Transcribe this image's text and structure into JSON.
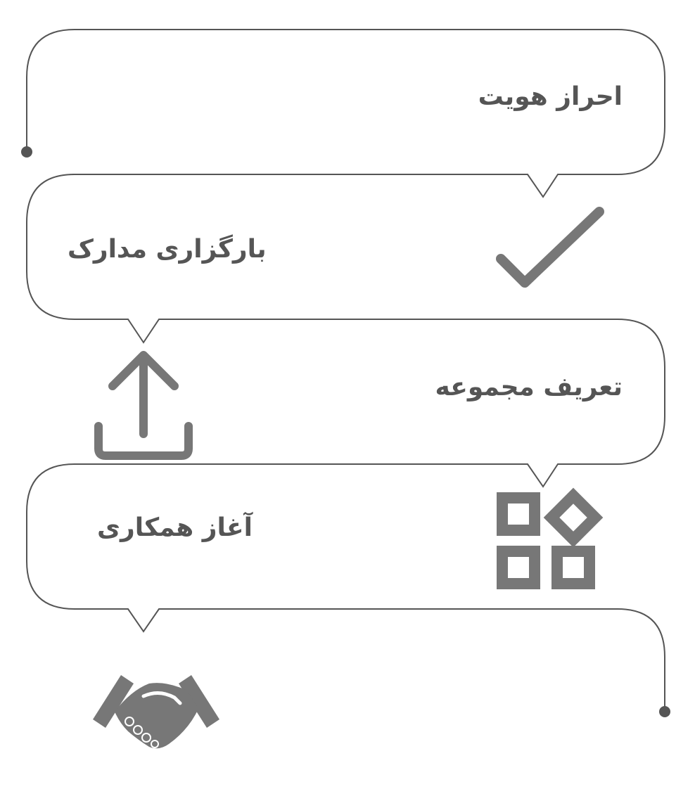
{
  "steps": [
    {
      "label": "احراز هویت",
      "icon": "check-icon"
    },
    {
      "label": "بارگزاری مدارک",
      "icon": "upload-icon"
    },
    {
      "label": "تعریف مجموعه",
      "icon": "categories-icon"
    },
    {
      "label": "آغاز همکاری",
      "icon": "handshake-icon"
    }
  ],
  "colors": {
    "stroke": "#555555",
    "icon": "#777777",
    "background": "#ffffff"
  }
}
